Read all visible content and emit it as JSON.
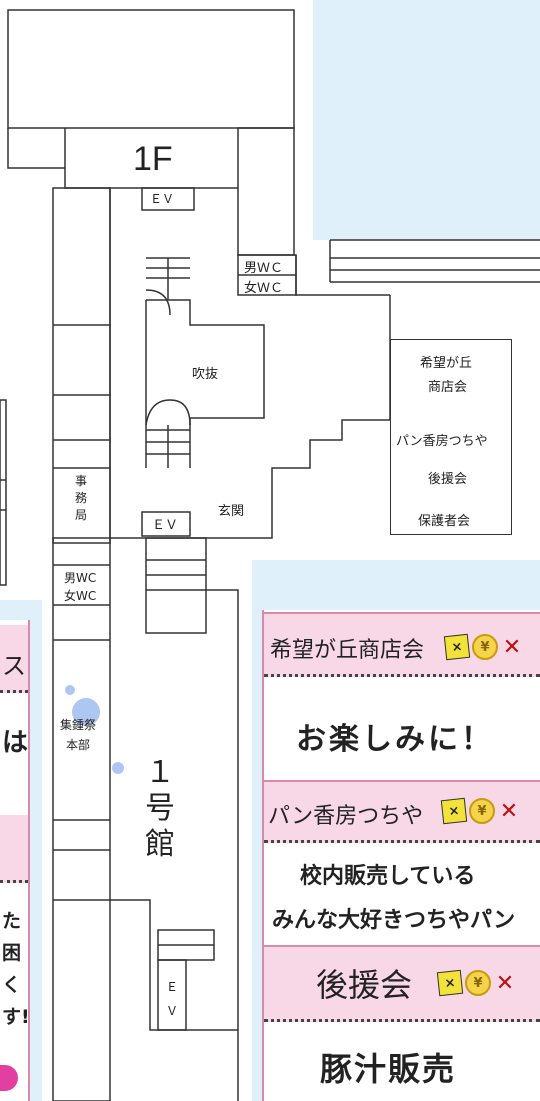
{
  "floor_label": "1F",
  "rooms": {
    "ev_top": "ＥＶ",
    "mens_wc_upper": "男ＷＣ",
    "womens_wc_upper": "女ＷＣ",
    "atrium": "吹抜",
    "office": "事務局",
    "ev_mid": "ＥＶ",
    "entrance": "玄関",
    "mens_wc_lower": "男WC",
    "womens_wc_lower": "女WC",
    "hq": "集鍾祭本部",
    "building": "１号館",
    "ev_bottom": "ＥＶ"
  },
  "booth_box": {
    "items": [
      "希望が丘商店会",
      "パン香房つちや",
      "後援会",
      "保護者会"
    ]
  },
  "left_panel": {
    "text1": "ス",
    "text2": "は",
    "text3_lines": [
      "た",
      "困",
      "く",
      "す!"
    ]
  },
  "right_panel": {
    "sections": [
      {
        "header": "希望が丘商店会",
        "body": "お楽しみに！"
      },
      {
        "header": "パン香房つちや",
        "body_lines": [
          "校内販売している",
          "みんな大好きつちやパン"
        ]
      },
      {
        "header": "後援会",
        "body": "豚汁販売"
      }
    ],
    "icons": [
      "card-icon",
      "yen-coin-icon",
      "no-cash-icon"
    ]
  },
  "colors": {
    "sky": "#dff0fa",
    "pink": "#f8d8e6",
    "line": "#333333"
  }
}
